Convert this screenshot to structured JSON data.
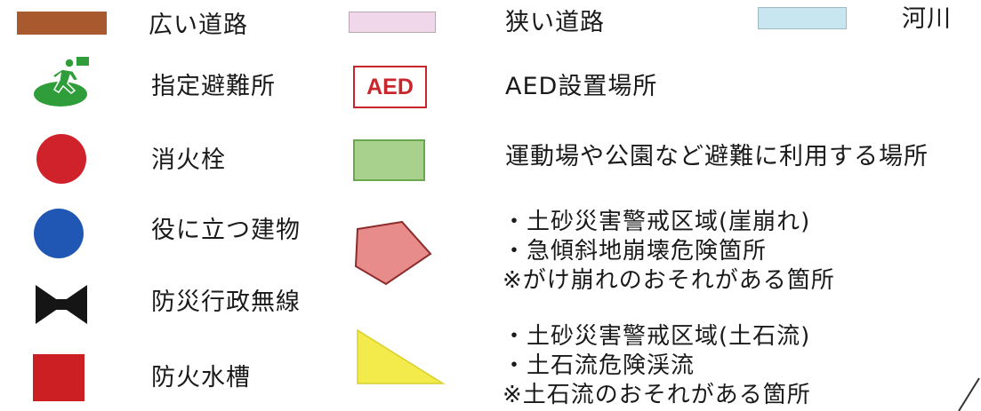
{
  "colors": {
    "wide_road": "#a85a2e",
    "narrow_road": "#f1d7ea",
    "river": "#c7e6ef",
    "evacuation_green": "#2f9e3a",
    "evacuation_figure": "#ffffff",
    "aed_red": "#c8262c",
    "park_fill": "#a9d18e",
    "hydrant_red": "#d0222a",
    "building_blue": "#2057b5",
    "radio_black": "#151515",
    "tank_red": "#cc1f24",
    "landslide_fill": "#e88b8b",
    "landslide_stroke": "#8c2b2b",
    "debris_fill": "#f3ea4b"
  },
  "legend": {
    "wide_road": "広い道路",
    "narrow_road": "狭い道路",
    "river": "河川",
    "evacuation_site": "指定避難所",
    "aed_badge": "AED",
    "aed_place": "AED設置場所",
    "hydrant": "消火栓",
    "park": "運動場や公園など避難に利用する場所",
    "useful_building": "役に立つ建物",
    "disaster_radio": "防災行政無線",
    "fire_tank": "防火水槽",
    "landslide_lines": [
      "・土砂災害警戒区域(崖崩れ)",
      "・急傾斜地崩壊危険箇所",
      "※がけ崩れのおそれがある箇所"
    ],
    "debris_lines": [
      "・土砂災害警戒区域(土石流)",
      "・土石流危険渓流",
      "※土石流のおそれがある箇所"
    ]
  },
  "icons": {
    "evacuation": "evacuation-site-icon",
    "hydrant": "hydrant-icon",
    "building": "building-icon",
    "radio": "bowtie-radio-icon",
    "tank": "square-tank-icon",
    "landslide": "pentagon-icon",
    "debris": "triangle-icon"
  }
}
